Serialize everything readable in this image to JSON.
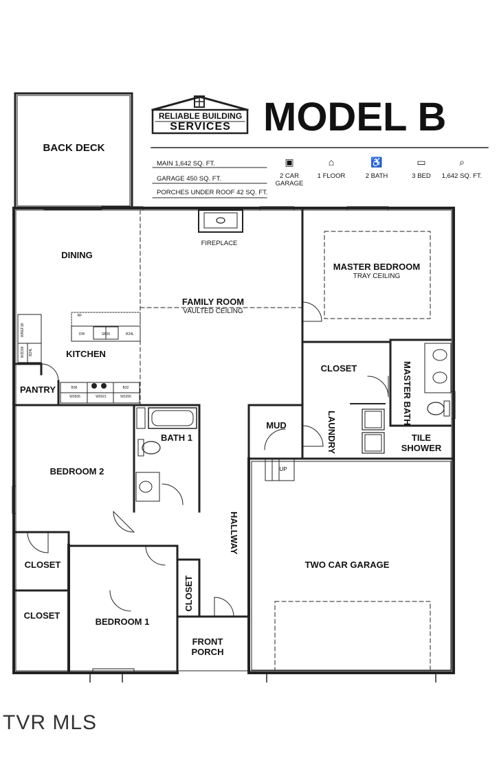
{
  "header": {
    "brand_line1": "RELIABLE BUILDING",
    "brand_line2": "SERVICES",
    "title": "MODEL B",
    "specs": [
      "MAIN  1,642 SQ. FT.",
      "GARAGE  450 SQ. FT.",
      "PORCHES UNDER ROOF  42 SQ. FT."
    ],
    "stats": [
      {
        "icon": "garage-icon",
        "label_line1": "2 CAR",
        "label_line2": "GARAGE"
      },
      {
        "icon": "house-icon",
        "label_line1": "1 FLOOR",
        "label_line2": ""
      },
      {
        "icon": "toilet-icon",
        "label_line1": "2 BATH",
        "label_line2": ""
      },
      {
        "icon": "bed-icon",
        "label_line1": "3 BED",
        "label_line2": ""
      },
      {
        "icon": "area-icon",
        "label_line1": "1,642 SQ. FT.",
        "label_line2": ""
      }
    ]
  },
  "rooms": {
    "back_deck": "BACK DECK",
    "dining": "DINING",
    "fireplace": "FIREPLACE",
    "family_room": "FAMILY ROOM",
    "family_room_note": "VAULTED CEILING",
    "master_bedroom": "MASTER BEDROOM",
    "master_bedroom_note": "TRAY CEILING",
    "kitchen": "KITCHEN",
    "pantry": "PANTRY",
    "master_closet": "CLOSET",
    "master_bath": "MASTER BATH",
    "laundry": "LAUNDRY",
    "mud": "MUD",
    "tile_shower_1": "TILE",
    "tile_shower_2": "SHOWER",
    "bath1": "BATH 1",
    "bedroom2": "BEDROOM 2",
    "hallway": "HALLWAY",
    "two_car_garage": "TWO CAR GARAGE",
    "closet_left_1": "CLOSET",
    "closet_left_2": "CLOSET",
    "closet_hall": "CLOSET",
    "bedroom1": "BEDROOM 1",
    "front_porch_1": "FRONT",
    "front_porch_2": "PORCH",
    "up": "UP"
  },
  "cabinets": [
    "DW",
    "SB36",
    "B24L",
    "RF",
    "B36",
    "W3021",
    "B32",
    "W3606",
    "W3206",
    "WREF18",
    "W2D36",
    "B24L"
  ],
  "watermark": "TVR MLS",
  "colors": {
    "ink": "#111111",
    "wall": "#222222",
    "paper": "#ffffff"
  }
}
